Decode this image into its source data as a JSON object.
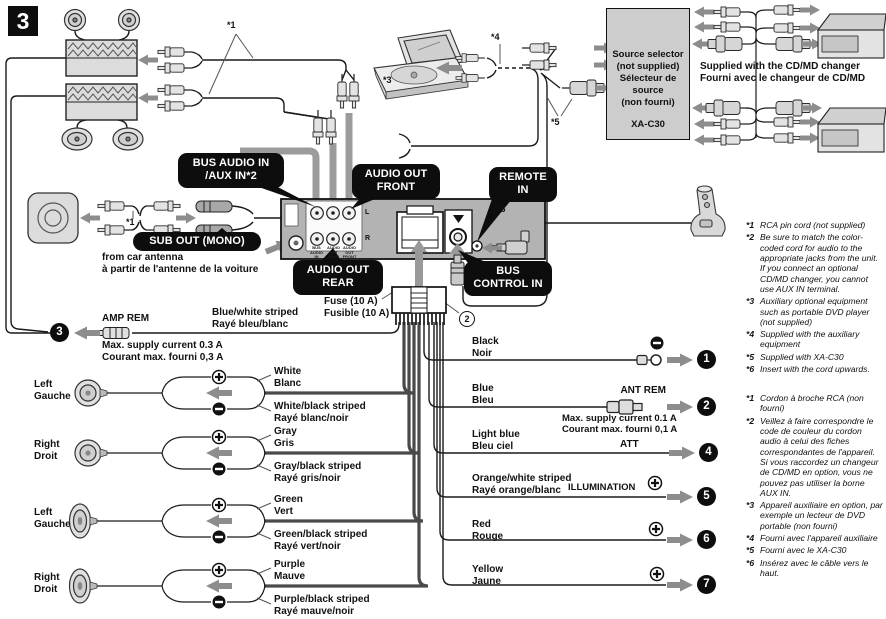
{
  "badge": "3",
  "callouts": {
    "bus_audio_in_1": "BUS AUDIO IN",
    "bus_audio_in_2": "/AUX IN*2",
    "audio_out_front_1": "AUDIO OUT",
    "audio_out_front_2": "FRONT",
    "sub_out": "SUB OUT (MONO)",
    "audio_out_rear_1": "AUDIO OUT",
    "audio_out_rear_2": "REAR",
    "remote_in_1": "REMOTE",
    "remote_in_2": "IN",
    "bus_control_in_1": "BUS",
    "bus_control_in_2": "CONTROL IN"
  },
  "unit": {
    "jack_group_labels": [
      "BUS AUDIO IN",
      "AUDIO OUT REAR",
      "AUDIO OUT FRONT"
    ],
    "left_channel": "L",
    "right_channel": "R"
  },
  "source_selector": {
    "line1": "Source selector",
    "line2": "(not supplied)",
    "line3": "Sélecteur de source",
    "line4": "(non fourni)",
    "model": "XA-C30"
  },
  "cdmd_note": {
    "en": "Supplied with the CD/MD changer",
    "fr": "Fourni avec le changeur de CD/MD"
  },
  "antenna_note": {
    "en": "from car antenna",
    "fr": "à partir de l'antenne de la voiture"
  },
  "fuse": {
    "en": "Fuse (10 A)",
    "fr": "Fusible (10 A)"
  },
  "amp_rem": {
    "dest": "3",
    "label": "AMP REM",
    "current_en": "Max. supply current 0.3 A",
    "current_fr": "Courant max. fourni 0,3 A",
    "wire_en": "Blue/white striped",
    "wire_fr": "Rayé bleu/blanc"
  },
  "markers": {
    "star1_top": "*1",
    "star1_sub": "*1",
    "star3": "*3",
    "star4": "*4",
    "star5": "*5",
    "star6": "*6",
    "connector_ref": "2"
  },
  "speaker_rows": [
    {
      "pos_en": "Left",
      "pos_fr": "Gauche",
      "plus_en": "White",
      "plus_fr": "Blanc",
      "minus_en": "White/black striped",
      "minus_fr": "Rayé blanc/noir"
    },
    {
      "pos_en": "Right",
      "pos_fr": "Droit",
      "plus_en": "Gray",
      "plus_fr": "Gris",
      "minus_en": "Gray/black striped",
      "minus_fr": "Rayé gris/noir"
    },
    {
      "pos_en": "Left",
      "pos_fr": "Gauche",
      "plus_en": "Green",
      "plus_fr": "Vert",
      "minus_en": "Green/black striped",
      "minus_fr": "Rayé vert/noir"
    },
    {
      "pos_en": "Right",
      "pos_fr": "Droit",
      "plus_en": "Purple",
      "plus_fr": "Mauve",
      "minus_en": "Purple/black striped",
      "minus_fr": "Rayé mauve/noir"
    }
  ],
  "power_wires": [
    {
      "en": "Black",
      "fr": "Noir",
      "dest": "1"
    },
    {
      "en": "Blue",
      "fr": "Bleu",
      "tag": "ANT REM",
      "extra_en": "Max. supply current 0.1 A",
      "extra_fr": "Courant max. fourni 0,1 A",
      "dest": "2"
    },
    {
      "en": "Light blue",
      "fr": "Bleu ciel",
      "tag": "ATT",
      "dest": "4"
    },
    {
      "en": "Orange/white striped",
      "fr": "Rayé orange/blanc",
      "tag": "ILLUMINATION",
      "dest": "5"
    },
    {
      "en": "Red",
      "fr": "Rouge",
      "dest": "6"
    },
    {
      "en": "Yellow",
      "fr": "Jaune",
      "dest": "7"
    }
  ],
  "footnotes_en": [
    {
      "m": "*1",
      "t": "RCA pin cord (not supplied)"
    },
    {
      "m": "*2",
      "t": "Be sure to match the color-coded cord for audio to the appropriate jacks from the unit. If you connect an optional CD/MD changer, you cannot use AUX IN terminal."
    },
    {
      "m": "*3",
      "t": "Auxiliary optional equipment such as portable DVD player (not supplied)"
    },
    {
      "m": "*4",
      "t": "Supplied with the auxiliary equipment"
    },
    {
      "m": "*5",
      "t": "Supplied with XA-C30"
    },
    {
      "m": "*6",
      "t": "Insert with the cord upwards."
    }
  ],
  "footnotes_fr": [
    {
      "m": "*1",
      "t": "Cordon à broche RCA (non fourni)"
    },
    {
      "m": "*2",
      "t": "Veillez à faire correspondre le code de couleur du cordon audio à celui des fiches correspondantes de l'appareil. Si vous raccordez un changeur de CD/MD en option, vous ne pouvez pas utiliser la borne AUX IN."
    },
    {
      "m": "*3",
      "t": "Appareil auxiliaire en option, par exemple un lecteur de DVD portable (non fourni)"
    },
    {
      "m": "*4",
      "t": "Fourni avec l'appareil auxiliaire"
    },
    {
      "m": "*5",
      "t": "Fourni avec le XA-C30"
    },
    {
      "m": "*6",
      "t": "Insérez avec le câble vers le haut."
    }
  ],
  "colors": {
    "callout_bg": "#0d0d0d",
    "unit_gray": "#b3b3b3",
    "cable_gray": "#9c9c9c",
    "arrow_gray": "#8d8d8d",
    "box_gray": "#cdcdcd"
  }
}
